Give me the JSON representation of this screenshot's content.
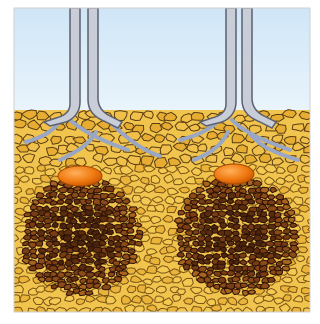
{
  "figure": {
    "kind": "soil-cross-section-illustration",
    "palette": {
      "sky_top": "#cfe6f7",
      "sky_bottom": "#eef6fc",
      "soil_bg": "#f1c44d",
      "grain_light": "#e8b23a",
      "grain_outline": "#5a3d12",
      "cluster_dark": "#4a230c",
      "cluster_mid": "#7a3c14",
      "cluster_light": "#a7631f",
      "tube_fill": "#c9cdd8",
      "tube_outline": "#5b6070",
      "root_fill": "#9aa7c4",
      "capsule_fill": "#f07a12",
      "capsule_highlight": "#ffb15a",
      "frame": "#cfcfcf"
    },
    "elements": [
      {
        "name": "tube",
        "count": 2
      },
      {
        "name": "capsule",
        "count": 2
      },
      {
        "name": "aggregate-cluster",
        "count": 2
      }
    ]
  }
}
